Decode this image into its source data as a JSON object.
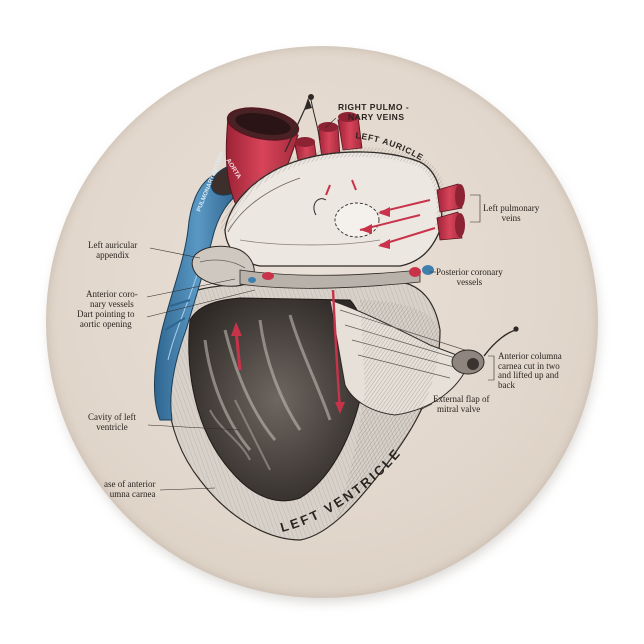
{
  "labels": {
    "right_pulmonary_veins": [
      "RIGHT PULMO -",
      "NARY VEINS"
    ],
    "left_auricle": "LEFT AURICLE",
    "aorta": "AORTA",
    "pulmonary_artery": "PULMONARY ARTERY",
    "left_pulmonary_veins": [
      "Left pulmonary",
      "veins"
    ],
    "left_auricular_appendix": [
      "Left auricular",
      "appendix"
    ],
    "posterior_coronary_vessels": [
      "Posterior coronary",
      "vessels"
    ],
    "anterior_coronary_vessels": [
      "Anterior coro-",
      "nary vessels"
    ],
    "dart_aortic_opening": [
      "Dart pointing to",
      "aortic opening"
    ],
    "anterior_columna_carnea": [
      "Anterior columna",
      "carnea cut in two",
      "and lifted up and",
      "back"
    ],
    "external_flap_mitral": [
      "External flap of",
      "mitral valve"
    ],
    "cavity_left_ventricle": [
      "Cavity of left",
      "ventricle"
    ],
    "base_anterior_columna": [
      "ase of anterior",
      "umna carnea"
    ],
    "left_ventricle": "LEFT VENTRICLE"
  },
  "colors": {
    "background": "#ffffff",
    "plate": "#e4d9ce",
    "red_vessel": "#c8334a",
    "blue_vessel": "#3f7fae",
    "ink": "#2a2420"
  }
}
